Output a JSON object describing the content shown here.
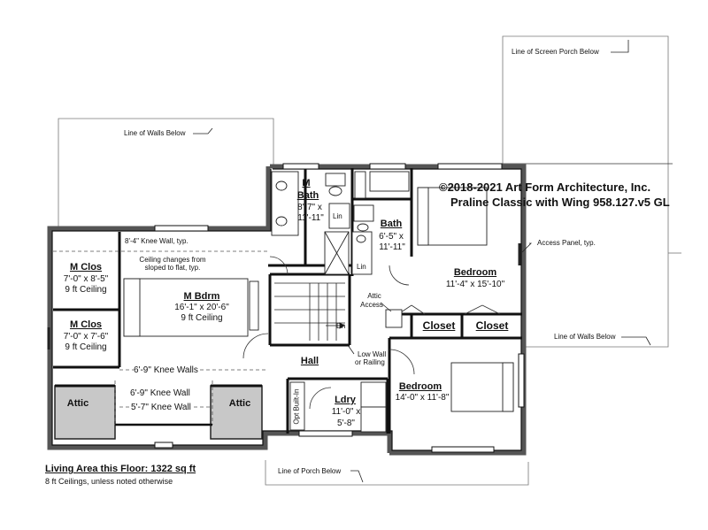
{
  "copyright": "©2018-2021 Art Form Architecture, Inc.",
  "plan_name": "Praline Classic with Wing 958.127.v5 GL",
  "notes": {
    "screen_porch": "Line of Screen Porch Below",
    "walls_below_left": "Line of Walls Below",
    "walls_below_right": "Line of Walls Below",
    "porch_below": "Line of Porch Below",
    "access_panel": "Access Panel, typ.",
    "knee_wall_top": "8'-4\" Knee Wall, typ.",
    "ceiling_change_1": "Ceiling changes from",
    "ceiling_change_2": "sloped to flat, typ.",
    "knee_walls_1": "6'-9\" Knee Walls",
    "knee_wall_2": "6'-9\" Knee Wall",
    "knee_wall_3": "5'-7\" Knee Wall",
    "low_wall_1": "Low Wall",
    "low_wall_2": "or Railing",
    "attic_access_1": "Attic",
    "attic_access_2": "Access",
    "dn": "Dn",
    "lin": "Lin",
    "opt_built_in": "Opt Built-In"
  },
  "rooms": {
    "m_clos_1": {
      "name": "M Clos",
      "dims": "7'-0\" x 8'-5\"",
      "ceiling": "9 ft Ceiling"
    },
    "m_clos_2": {
      "name": "M Clos",
      "dims": "7'-0\" x 7'-6\"",
      "ceiling": "9 ft Ceiling"
    },
    "m_bdrm": {
      "name": "M Bdrm",
      "dims": "16'-1\" x 20'-6\"",
      "ceiling": "9 ft Ceiling"
    },
    "m_bath": {
      "name_1": "M",
      "name_2": "Bath",
      "dims_1": "8'-7\" x",
      "dims_2": "11'-11\""
    },
    "bath": {
      "name": "Bath",
      "dims_1": "6'-5\" x",
      "dims_2": "11'-11\""
    },
    "bedroom_1": {
      "name": "Bedroom",
      "dims": "11'-4\" x 15'-10\""
    },
    "bedroom_2": {
      "name": "Bedroom",
      "dims": "14'-0\" x 11'-8\""
    },
    "closet_1": {
      "name": "Closet"
    },
    "closet_2": {
      "name": "Closet"
    },
    "hall": {
      "name": "Hall"
    },
    "ldry": {
      "name": "Ldry",
      "dims_1": "11'-0\" x",
      "dims_2": "5'-8\""
    },
    "attic_1": {
      "name": "Attic"
    },
    "attic_2": {
      "name": "Attic"
    }
  },
  "footer": {
    "living_area": "Living Area this Floor: 1322 sq ft",
    "ceiling_note": "8 ft Ceilings, unless noted otherwise"
  }
}
